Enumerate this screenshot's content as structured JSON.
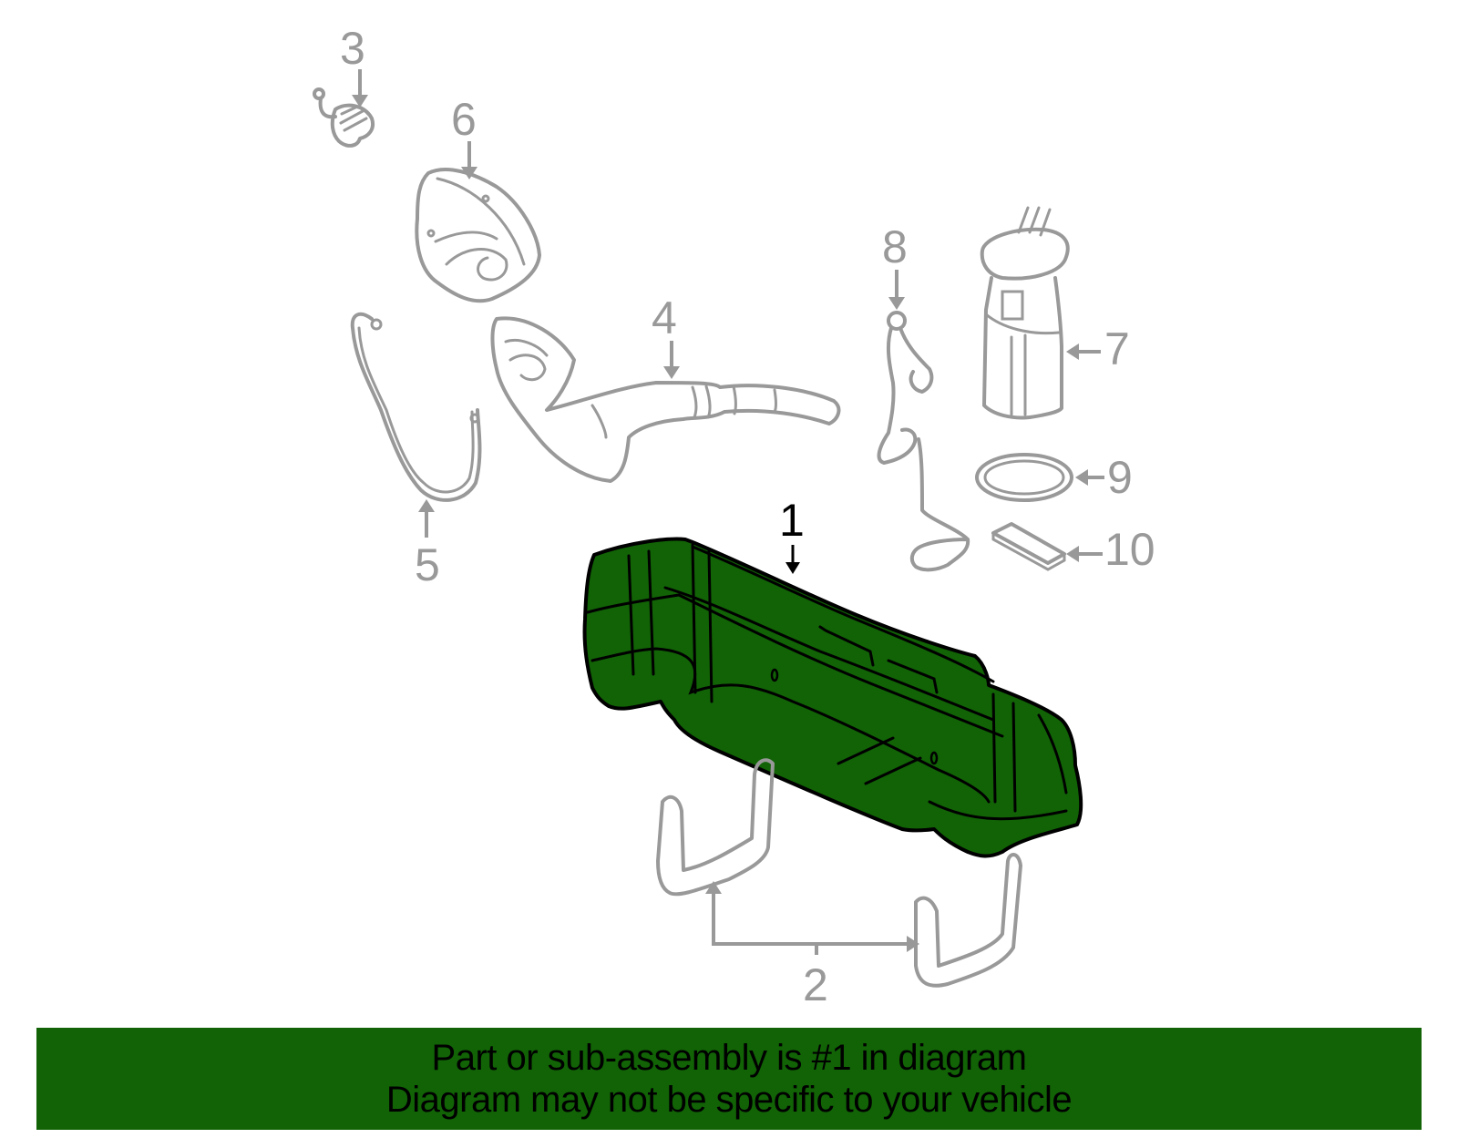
{
  "diagram": {
    "highlight_color": "#116306",
    "callout_color_inactive": "#999999",
    "callout_color_active": "#000000",
    "callouts": [
      {
        "number": "1",
        "part": "fuel-tank",
        "highlighted": true
      },
      {
        "number": "2",
        "part": "tank-straps",
        "highlighted": false
      },
      {
        "number": "3",
        "part": "fuel-cap",
        "highlighted": false
      },
      {
        "number": "4",
        "part": "filler-pipe",
        "highlighted": false
      },
      {
        "number": "5",
        "part": "ground-strap",
        "highlighted": false
      },
      {
        "number": "6",
        "part": "filler-housing",
        "highlighted": false
      },
      {
        "number": "7",
        "part": "fuel-pump-module",
        "highlighted": false
      },
      {
        "number": "8",
        "part": "fuel-level-sensor",
        "highlighted": false
      },
      {
        "number": "9",
        "part": "pump-seal",
        "highlighted": false
      },
      {
        "number": "10",
        "part": "strainer",
        "highlighted": false
      }
    ]
  },
  "banner": {
    "line1": "Part or sub-assembly is #1 in diagram",
    "line2": "Diagram may not be specific to your vehicle",
    "background": "#116306"
  }
}
